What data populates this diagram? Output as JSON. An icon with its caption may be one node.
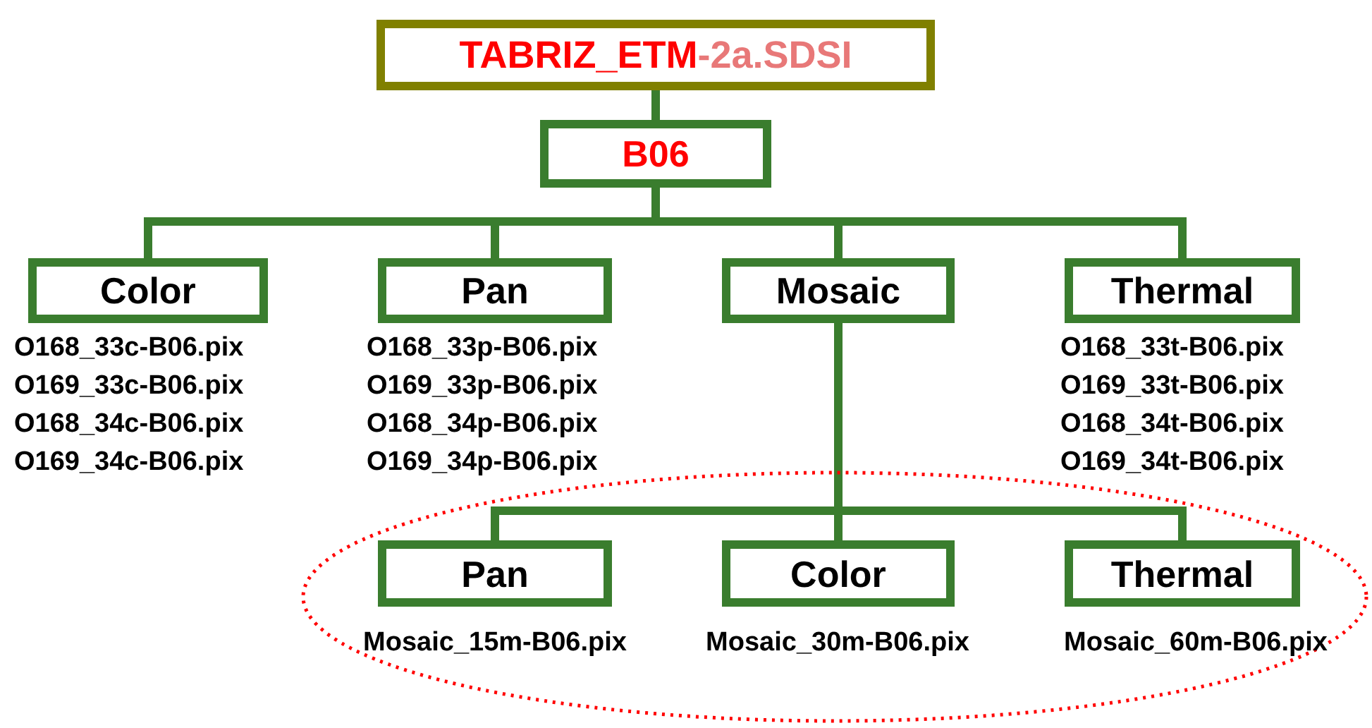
{
  "diagram": {
    "nodes": [
      {
        "text": [
          "TABRIZ_ETM",
          "-2a.SDSI"
        ]
      },
      {
        "text": [
          "B06"
        ]
      },
      {
        "text": [
          "Color"
        ],
        "beside": [
          "O168_33c-B06.pix",
          "O169_33c-B06.pix",
          "O168_34c-B06.pix",
          "O169_34c-B06.pix"
        ]
      },
      {
        "text": [
          "Pan"
        ],
        "beside": [
          "O168_33p-B06.pix",
          "O169_33p-B06.pix",
          "O168_34p-B06.pix",
          "O169_34p-B06.pix"
        ]
      },
      {
        "text": [
          "Mosaic"
        ]
      },
      {
        "text": [
          "Thermal"
        ],
        "beside": [
          "O168_33t-B06.pix",
          "O169_33t-B06.pix",
          "O168_34t-B06.pix",
          "O169_34t-B06.pix"
        ]
      },
      {
        "text": [],
        "shape": "ellipse"
      },
      {
        "text": [
          "Pan"
        ],
        "in": 6,
        "beside": [
          "Mosaic_15m-B06.pix"
        ]
      },
      {
        "text": [
          "Color"
        ],
        "in": 6,
        "beside": [
          "Mosaic_30m-B06.pix"
        ]
      },
      {
        "text": [
          "Thermal"
        ],
        "in": 6,
        "beside": [
          "Mosaic_60m-B06.pix"
        ]
      }
    ],
    "edges": [
      {
        "from": 0,
        "to": 1,
        "arrow": "none"
      },
      {
        "from": 1,
        "to": 2,
        "arrow": "none"
      },
      {
        "from": 1,
        "to": 3,
        "arrow": "none"
      },
      {
        "from": 1,
        "to": 4,
        "arrow": "none"
      },
      {
        "from": 1,
        "to": 5,
        "arrow": "none"
      },
      {
        "from": 4,
        "to": 7,
        "arrow": "none"
      },
      {
        "from": 4,
        "to": 8,
        "arrow": "none"
      },
      {
        "from": 4,
        "to": 9,
        "arrow": "none"
      }
    ]
  }
}
